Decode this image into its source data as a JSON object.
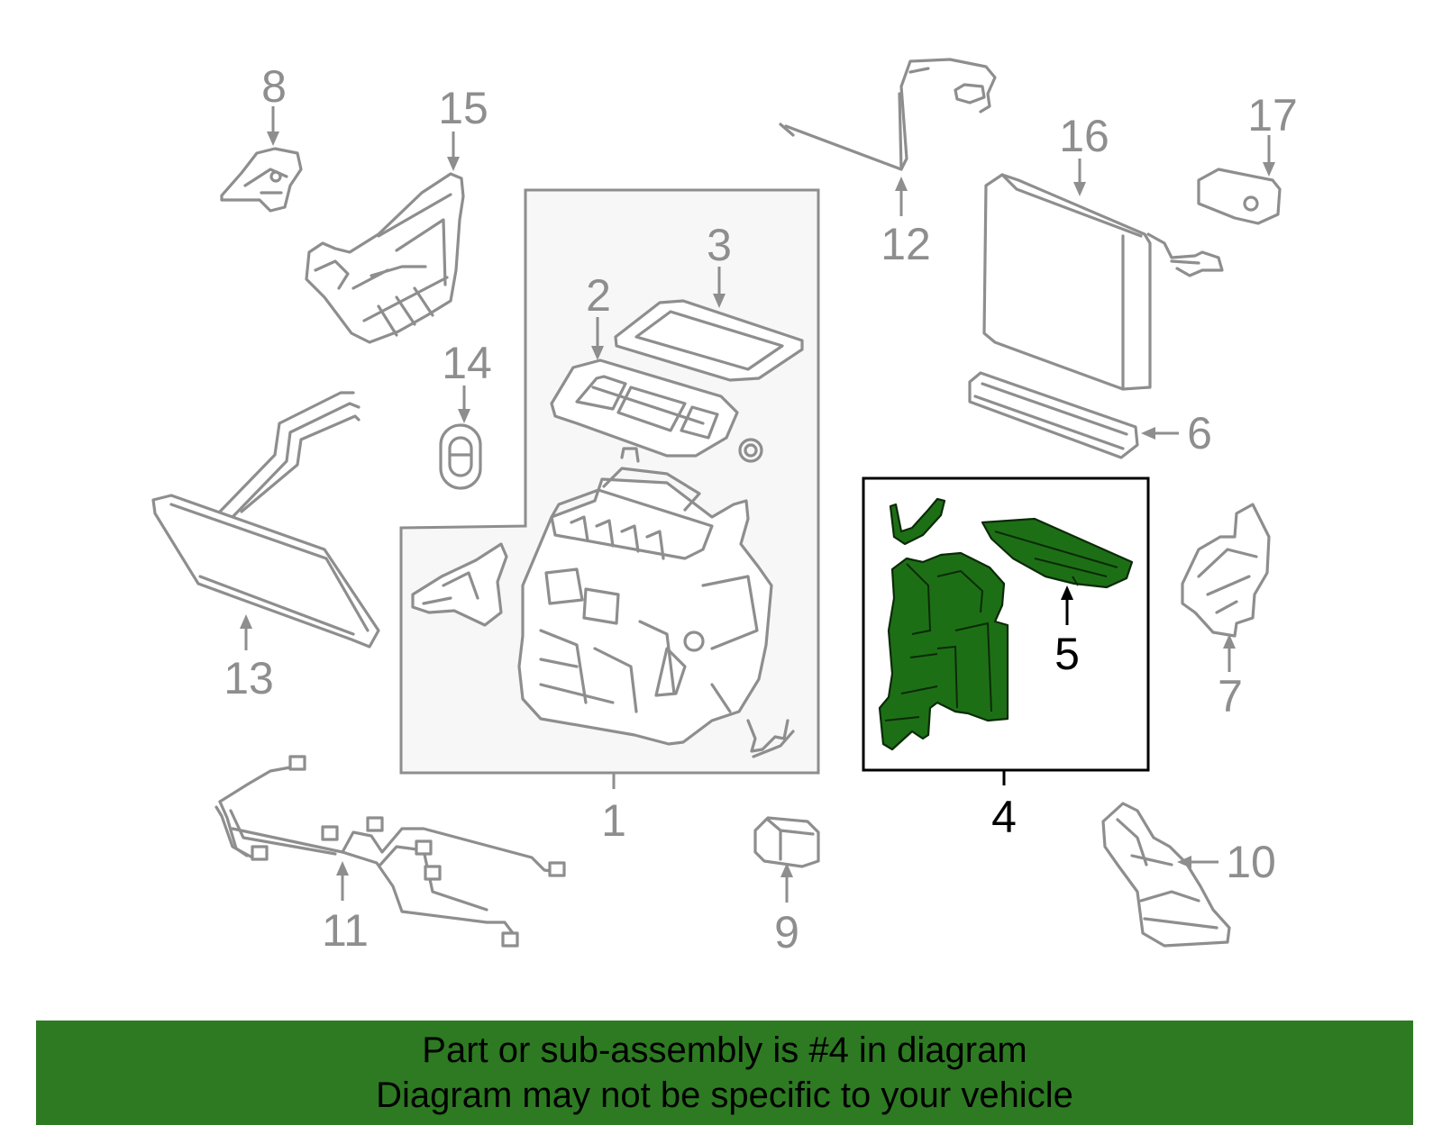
{
  "diagram": {
    "callouts": [
      "1",
      "2",
      "3",
      "4",
      "5",
      "6",
      "7",
      "8",
      "9",
      "10",
      "11",
      "12",
      "13",
      "14",
      "15",
      "16",
      "17"
    ],
    "highlighted_part": "4",
    "colors": {
      "line": "#8e8e8e",
      "highlight": "#1d6f16",
      "banner": "#2d7a22",
      "panel": "#f7f7f7"
    }
  },
  "banner": {
    "line1": "Part or sub-assembly is #4 in diagram",
    "line2": "Diagram may not be specific to your vehicle"
  }
}
